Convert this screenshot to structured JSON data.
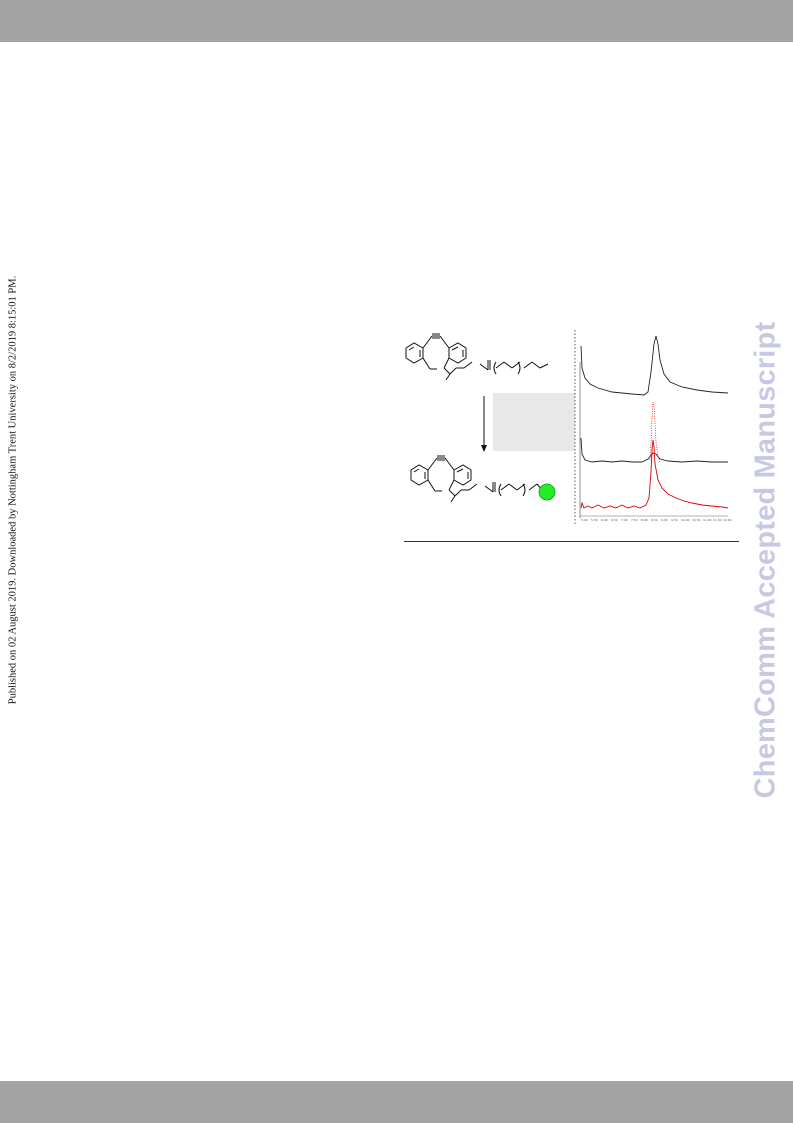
{
  "side_note": "Published on 02 August 2019. Downloaded by Nottingham Trent University on 8/2/2019 8:15:01 PM.",
  "watermark": "ChemComm Accepted Manuscript",
  "colors": {
    "bars": "#a3a3a3",
    "watermark": "#c7c9e4",
    "trace_black": "#222222",
    "trace_red": "#e00000",
    "label_dot": "#22ee22",
    "shade_box": "#e8e8e8"
  },
  "figure": {
    "scheme_top": "dibenzocyclooctyne-amide-PEG precursor",
    "scheme_bottom": "dibenzocyclooctyne-amide-PEG conjugate with fluorescent label",
    "x_tick_labels": [
      "5.00",
      "5.50",
      "6.00",
      "6.50",
      "7.00",
      "7.50",
      "8.00",
      "8.50",
      "9.00",
      "9.50",
      "10.00",
      "10.50",
      "11.00",
      "11.50",
      "12.00"
    ]
  }
}
